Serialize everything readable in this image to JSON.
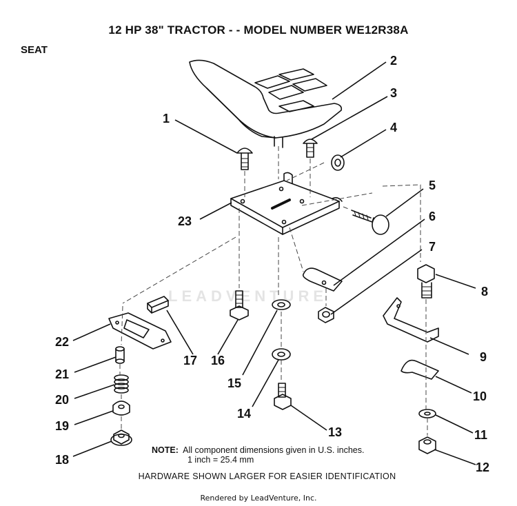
{
  "title": "12 HP 38\" TRACTOR - - MODEL NUMBER WE12R38A",
  "section": "SEAT",
  "callouts": [
    "1",
    "2",
    "3",
    "4",
    "5",
    "6",
    "7",
    "8",
    "9",
    "10",
    "11",
    "12",
    "13",
    "14",
    "15",
    "16",
    "17",
    "18",
    "19",
    "20",
    "21",
    "22",
    "23"
  ],
  "note": {
    "label": "NOTE:",
    "line1": "All component dimensions given in U.S. inches.",
    "line2": "1 inch = 25.4 mm"
  },
  "hardware_note": "HARDWARE SHOWN LARGER FOR EASIER IDENTIFICATION",
  "watermark": "LEADVENTURE",
  "footer": "Rendered by LeadVenture, Inc."
}
